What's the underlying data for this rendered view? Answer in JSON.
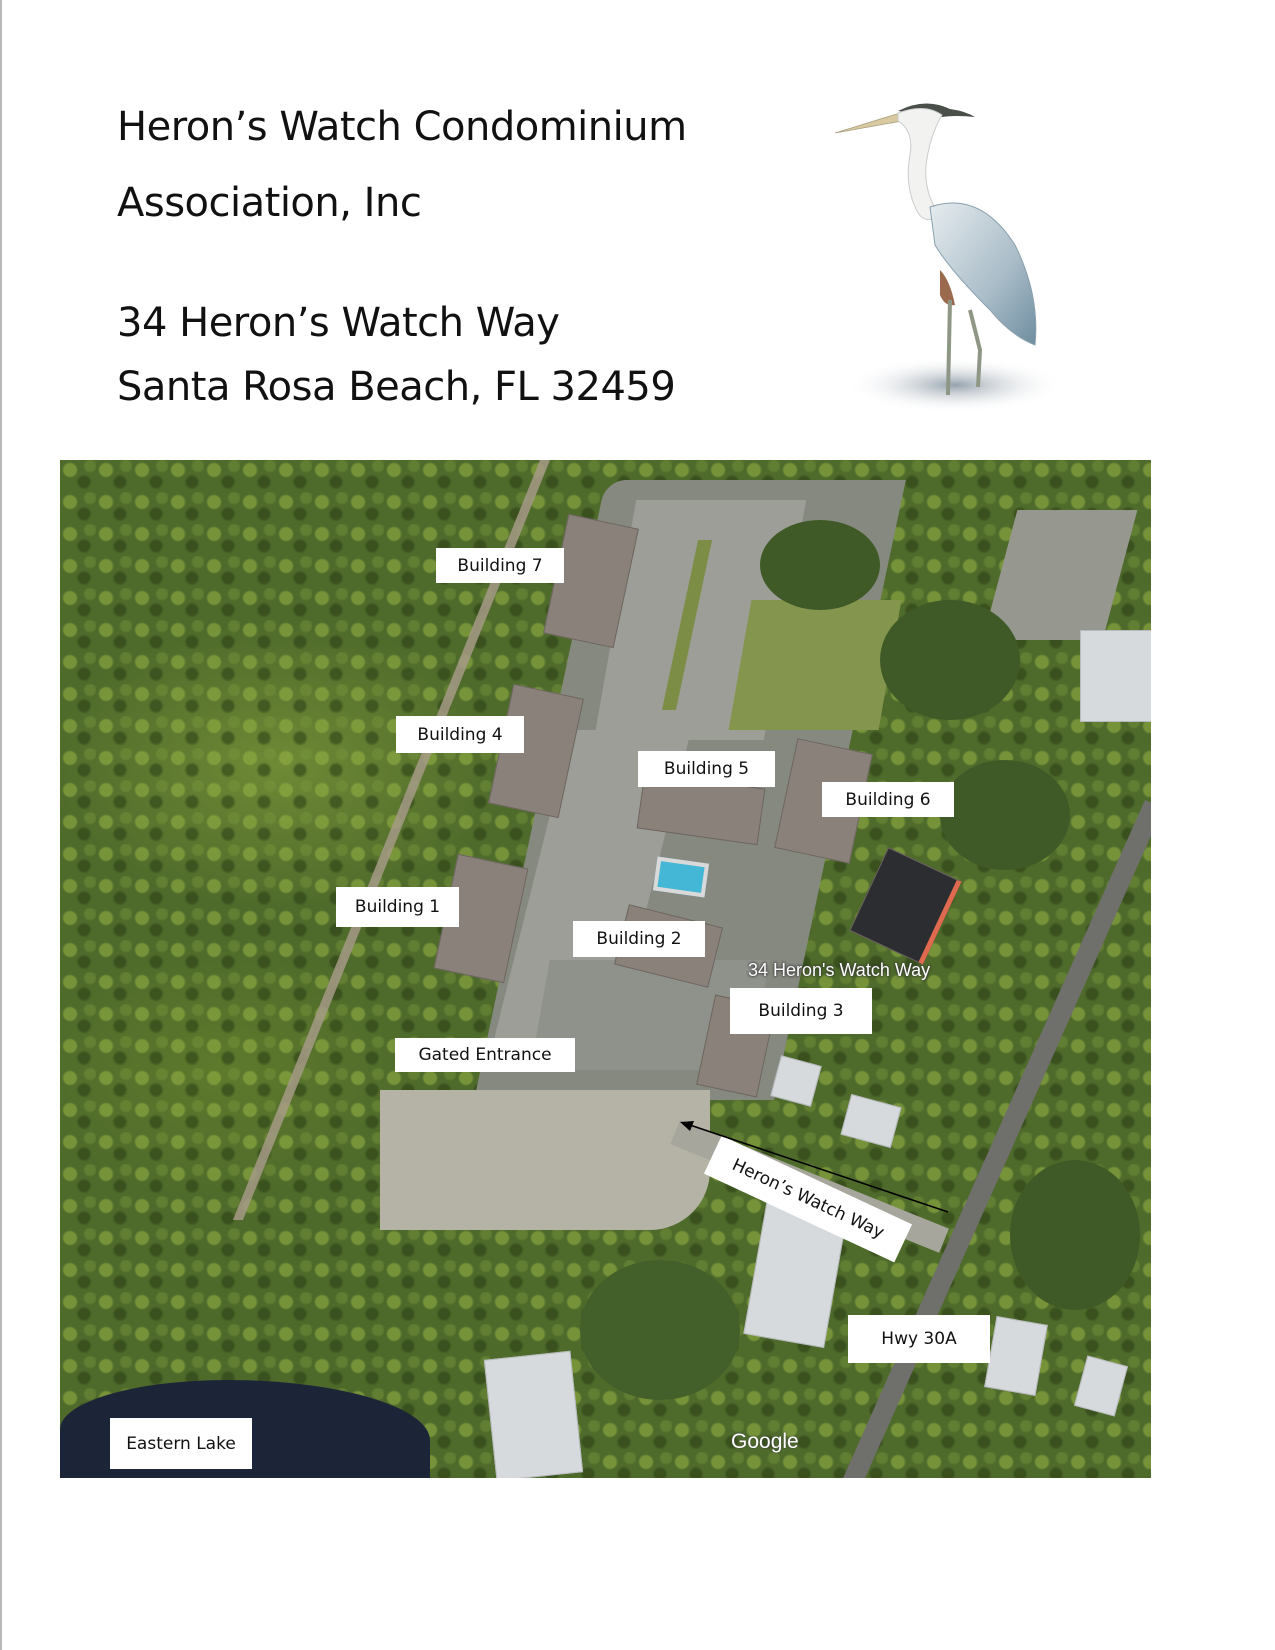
{
  "header": {
    "title_line1": "Heron’s Watch Condominium",
    "title_line2": "Association, Inc",
    "address_line1": "34 Heron’s Watch Way",
    "address_line2": "Santa Rosa Beach, FL 32459"
  },
  "illustration": {
    "icon": "heron-illustration"
  },
  "map": {
    "type": "satellite-aerial",
    "labels": {
      "building_7": "Building 7",
      "building_4": "Building 4",
      "building_5": "Building 5",
      "building_6": "Building 6",
      "building_1": "Building 1",
      "building_2": "Building 2",
      "building_3": "Building 3",
      "gated_entrance": "Gated Entrance",
      "herons_watch_way_road": "Heron’s Watch Way",
      "hwy": "Hwy 30A",
      "eastern_lake": "Eastern Lake"
    },
    "address_marker": "34 Heron's Watch Way",
    "attribution": "Google",
    "colors": {
      "forest": "#4f6b2b",
      "pool": "#45b7d6",
      "lake": "#1c2438",
      "label_bg": "#ffffff"
    }
  }
}
